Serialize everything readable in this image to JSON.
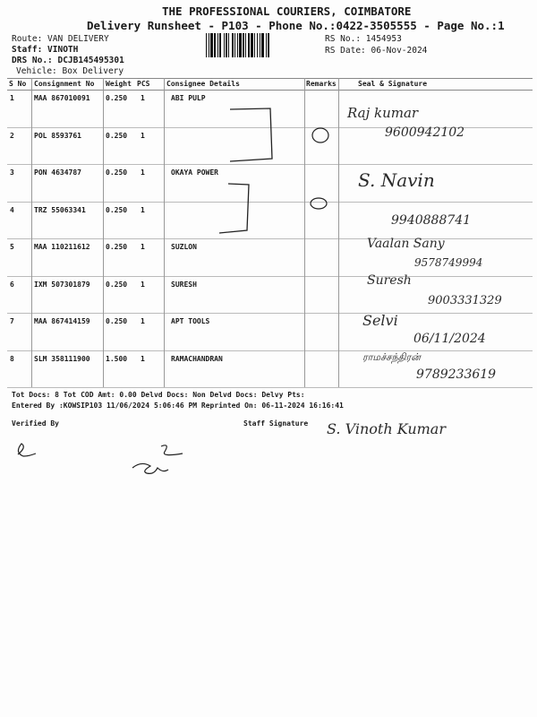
{
  "header": {
    "company": "THE PROFESSIONAL COURIERS, COIMBATORE",
    "subtitle": "Delivery Runsheet - P103 - Phone No.:0422-3505555 - Page No.:1",
    "route": "Route: VAN DELIVERY",
    "staff": "Staff: VINOTH",
    "drs": "DRS No.: DCJB145495301",
    "vehicle": "Vehicle: Box Delivery",
    "rs_no": "RS No.: 1454953",
    "rs_date": "RS Date: 06-Nov-2024"
  },
  "table": {
    "headers": [
      "S No",
      "Consignment No",
      "Weight",
      "PCS",
      "Consignee Details",
      "Remarks",
      "Seal & Signature"
    ],
    "rows": [
      {
        "sno": "1",
        "cn": "MAA 867010091",
        "weight": "0.250",
        "pcs": "1",
        "consignee": "ABI PULP"
      },
      {
        "sno": "2",
        "cn": "POL 8593761",
        "weight": "0.250",
        "pcs": "1",
        "consignee": ""
      },
      {
        "sno": "3",
        "cn": "PON 4634787",
        "weight": "0.250",
        "pcs": "1",
        "consignee": "OKAYA POWER"
      },
      {
        "sno": "4",
        "cn": "TRZ 55063341",
        "weight": "0.250",
        "pcs": "1",
        "consignee": ""
      },
      {
        "sno": "5",
        "cn": "MAA 110211612",
        "weight": "0.250",
        "pcs": "1",
        "consignee": "SUZLON"
      },
      {
        "sno": "6",
        "cn": "IXM 507301879",
        "weight": "0.250",
        "pcs": "1",
        "consignee": "SURESH"
      },
      {
        "sno": "7",
        "cn": "MAA 867414159",
        "weight": "0.250",
        "pcs": "1",
        "consignee": "APT TOOLS"
      },
      {
        "sno": "8",
        "cn": "SLM 358111900",
        "weight": "1.500",
        "pcs": "1",
        "consignee": "RAMACHANDRAN"
      }
    ]
  },
  "handwriting": {
    "sig1": "Raj kumar",
    "phone1": "9600942102",
    "sig2": "S. Navin",
    "phone2": "9940888741",
    "sig3": "Vaalan Sany",
    "phone3": "9578749994",
    "sig4": "Suresh",
    "phone4": "9003331329",
    "sig5": "Selvi",
    "date5": "06/11/2024",
    "sig6": "ராமச்சந்திரன்",
    "phone6": "9789233619",
    "staff_sig": "S. Vinoth Kumar"
  },
  "footer": {
    "totals": "Tot Docs:   8    Tot COD Amt:     0.00    Delvd Docs:     Non Delvd Docs:     Delvy Pts:",
    "entered": "Entered By :KOWSIP103 11/06/2024 5:06:46 PM     Reprinted On: 06-11-2024 16:16:41",
    "verified_by": "Verified By",
    "staff_signature": "Staff Signature"
  }
}
